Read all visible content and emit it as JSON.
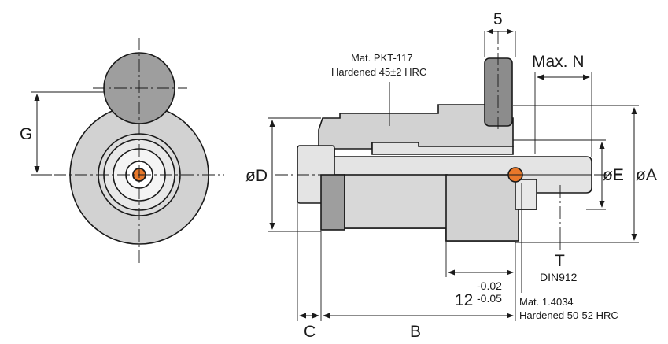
{
  "labels": {
    "G": "G",
    "D": "øD",
    "E": "øE",
    "A": "øA",
    "C": "C",
    "B": "B",
    "five": "5",
    "max_n": "Max. N",
    "T": "T",
    "din": "DIN912",
    "tol_base": "12",
    "tol_upper": "-0.02",
    "tol_lower": "-0.05"
  },
  "notes": {
    "housing_material": "Mat. PKT-117",
    "housing_hardness": "Hardened 45±2 HRC",
    "pin_material": "Mat. 1.4034",
    "pin_hardness": "Hardened 50-52 HRC"
  },
  "colors": {
    "body_light": "#e4e4e4",
    "body_mid": "#d2d2d2",
    "body_dark": "#9e9e9e",
    "pin_gray": "#8c8c8c",
    "marker_orange": "#e8782a",
    "outline": "#1a1a1a"
  }
}
